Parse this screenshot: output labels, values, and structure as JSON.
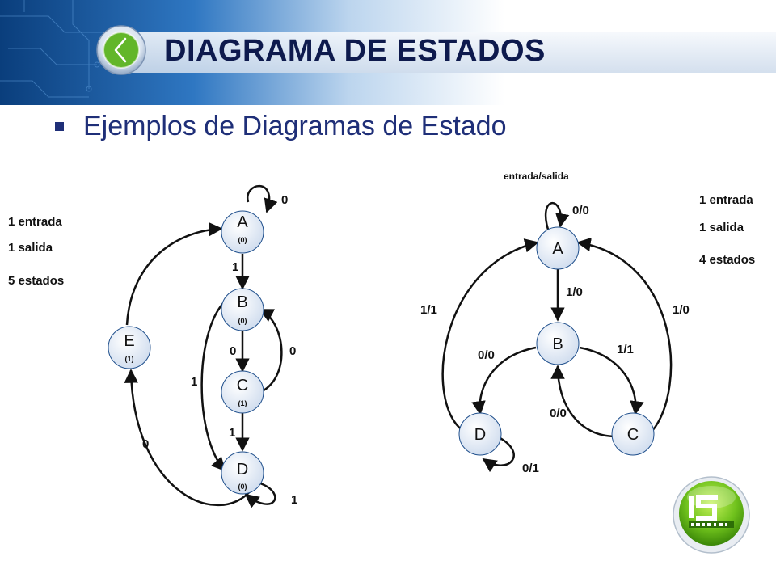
{
  "title": "DIAGRAMA DE ESTADOS",
  "subtitle": "Ejemplos de Diagramas de Estado",
  "left_example": {
    "info": [
      "1 entrada",
      "1 salida",
      "5 estados"
    ],
    "states": [
      {
        "name": "A",
        "output": "(0)"
      },
      {
        "name": "B",
        "output": "(0)"
      },
      {
        "name": "C",
        "output": "(1)"
      },
      {
        "name": "D",
        "output": "(0)"
      },
      {
        "name": "E",
        "output": "(1)"
      }
    ],
    "transition_labels": {
      "a_self": "0",
      "a_to_b": "1",
      "b_to_c": "0",
      "c_to_b": "0",
      "b_to_d": "1",
      "c_to_d": "1",
      "d_self": "1",
      "d_to_e": "0"
    }
  },
  "right_example": {
    "header": "entrada/salida",
    "info": [
      "1 entrada",
      "1 salida",
      "4 estados"
    ],
    "states": [
      {
        "name": "A"
      },
      {
        "name": "B"
      },
      {
        "name": "C"
      },
      {
        "name": "D"
      }
    ],
    "transition_labels": {
      "a_self": "0/0",
      "a_to_b": "1/0",
      "d_to_a": "1/1",
      "c_to_a": "1/0",
      "b_to_d": "0/0",
      "b_to_c": "1/1",
      "c_to_b": "0/0",
      "d_self": "0/1"
    }
  },
  "colors": {
    "title": "#0e1a4d",
    "state_fill": "#e3ecf6",
    "state_stroke": "#1f4f8c",
    "banner": "#0b4f96"
  }
}
